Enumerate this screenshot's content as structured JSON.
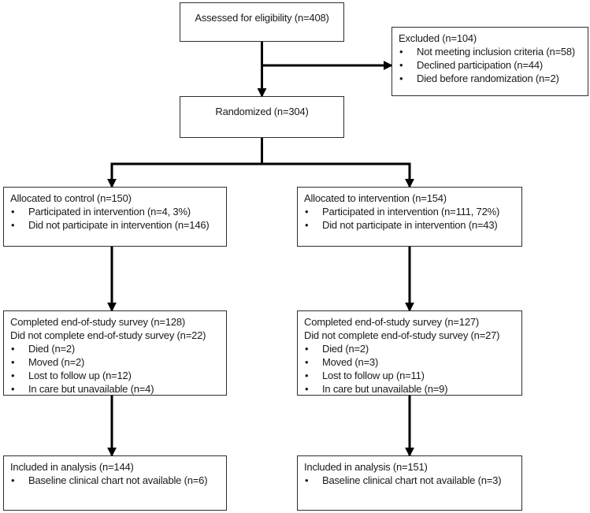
{
  "diagram": {
    "assessed": {
      "title": "Assessed for eligibility (n=408)"
    },
    "excluded": {
      "title": "Excluded (n=104)",
      "bullets": [
        "Not meeting inclusion criteria (n=58)",
        "Declined participation (n=44)",
        "Died before randomization (n=2)"
      ]
    },
    "randomized": {
      "title": "Randomized (n=304)"
    },
    "alloc_control": {
      "title": "Allocated to control (n=150)",
      "bullets": [
        "Participated in intervention (n=4, 3%)",
        "Did not participate in intervention (n=146)"
      ]
    },
    "alloc_intervention": {
      "title": "Allocated to intervention (n=154)",
      "bullets": [
        "Participated in intervention (n=111, 72%)",
        "Did not participate in intervention (n=43)"
      ]
    },
    "survey_control": {
      "line1": "Completed end-of-study survey (n=128)",
      "line2": "Did not complete end-of-study survey (n=22)",
      "bullets": [
        "Died (n=2)",
        "Moved (n=2)",
        "Lost to follow up (n=12)",
        "In care but unavailable (n=4)"
      ]
    },
    "survey_intervention": {
      "line1": "Completed end-of-study survey (n=127)",
      "line2": "Did not complete end-of-study survey (n=27)",
      "bullets": [
        "Died (n=2)",
        "Moved (n=3)",
        "Lost to follow up (n=11)",
        "In care but unavailable (n=9)"
      ]
    },
    "analysis_control": {
      "title": "Included in analysis (n=144)",
      "bullets": [
        "Baseline clinical chart not available (n=6)"
      ]
    },
    "analysis_intervention": {
      "title": "Included in analysis (n=151)",
      "bullets": [
        "Baseline clinical chart not available (n=3)"
      ]
    },
    "colors": {
      "arrow": "#000000",
      "box_border": "#2e2e2e",
      "background": "#ffffff",
      "text": "#1a1a1a"
    }
  }
}
